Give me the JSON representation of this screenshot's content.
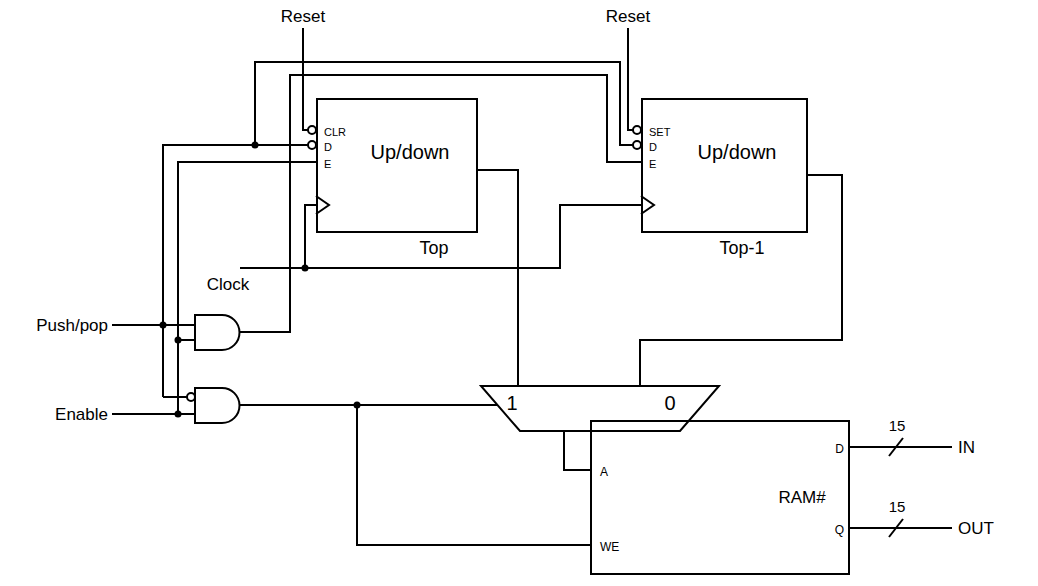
{
  "diagram": {
    "nodes": [
      {
        "text": [
          "CLR",
          "D",
          "E",
          "Up/down",
          "Top"
        ]
      },
      {
        "text": [
          "SET",
          "D",
          "E",
          "Up/down",
          "Top-1"
        ]
      },
      {
        "text": [
          "1",
          "0"
        ]
      },
      {
        "text": [
          "A",
          "D",
          "RAM#",
          "WE",
          "Q"
        ]
      }
    ],
    "edges": [
      {
        "from": 0,
        "to": 2,
        "arrow": "none"
      },
      {
        "from": 1,
        "to": 2,
        "arrow": "none"
      },
      {
        "from": 2,
        "to": 3,
        "arrow": "none"
      }
    ],
    "labels": [
      "Reset",
      "Reset",
      "Clock",
      "Push/pop",
      "Enable",
      "15",
      "IN",
      "15",
      "OUT"
    ]
  }
}
